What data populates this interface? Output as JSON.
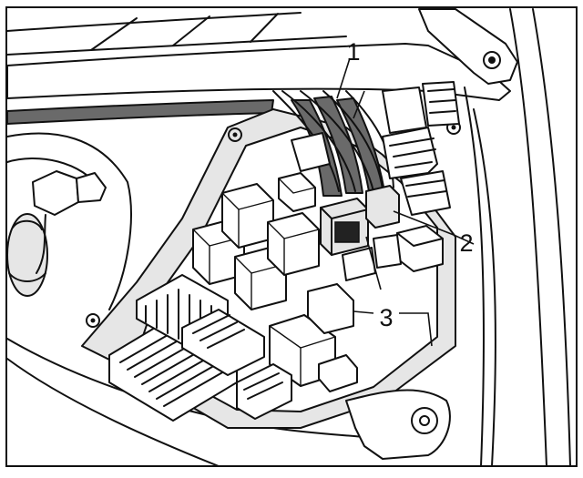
{
  "callouts": [
    {
      "id": "1",
      "label": "1"
    },
    {
      "id": "2",
      "label": "2"
    },
    {
      "id": "3",
      "label": "3"
    }
  ],
  "colors": {
    "line": "#111111",
    "background": "#ffffff",
    "wire_shade": "#6a6a6a",
    "panel_shade": "#e6e6e6"
  }
}
